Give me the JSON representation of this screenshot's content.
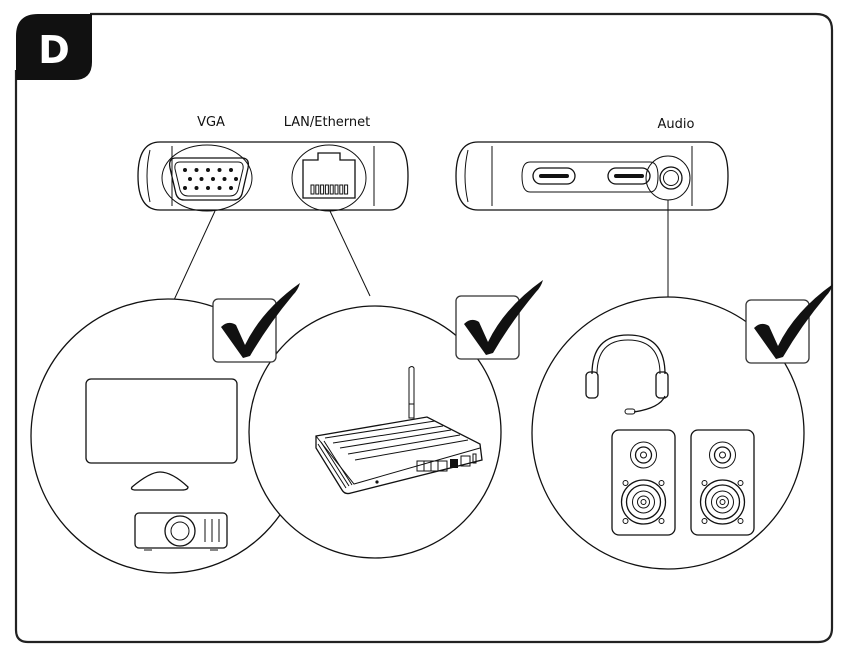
{
  "badge": {
    "letter": "D",
    "background": "#111111",
    "text_color": "#ffffff"
  },
  "ports": {
    "vga": {
      "label": "VGA"
    },
    "lan": {
      "label": "LAN/Ethernet"
    },
    "audio": {
      "label": "Audio"
    }
  },
  "devices": {
    "vga_group": {
      "items": [
        "monitor-icon",
        "projector-icon"
      ],
      "status": "compatible"
    },
    "lan_group": {
      "items": [
        "router-icon"
      ],
      "status": "compatible"
    },
    "audio_group": {
      "items": [
        "headset-icon",
        "speaker-icon",
        "speaker-icon"
      ],
      "status": "compatible"
    }
  },
  "check_mark": "✔"
}
